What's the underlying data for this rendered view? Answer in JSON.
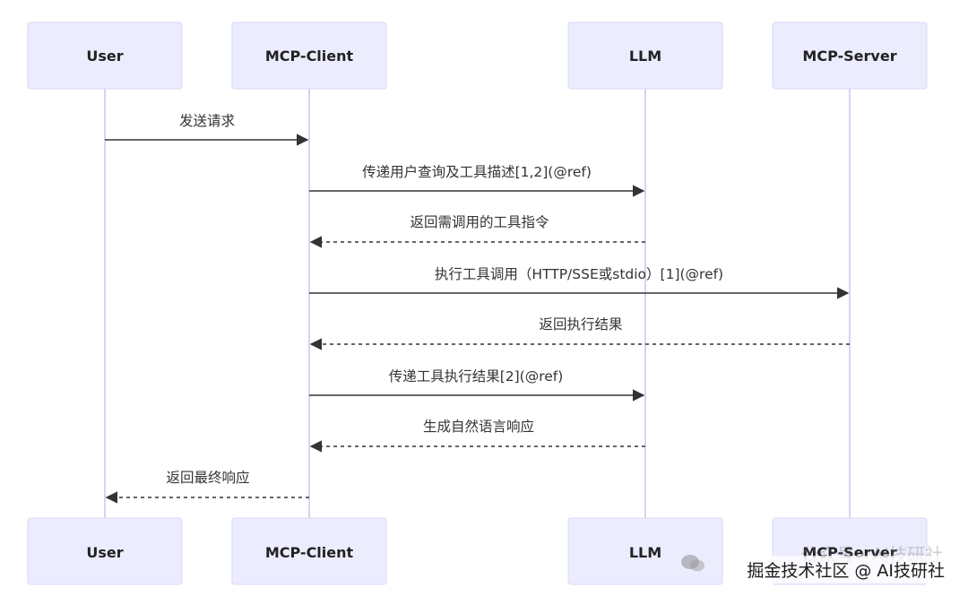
{
  "actors": [
    {
      "id": "user",
      "label": "User"
    },
    {
      "id": "client",
      "label": "MCP-Client"
    },
    {
      "id": "llm",
      "label": "LLM"
    },
    {
      "id": "server",
      "label": "MCP-Server"
    }
  ],
  "messages": [
    {
      "from": "user",
      "to": "client",
      "label": "发送请求",
      "style": "solid"
    },
    {
      "from": "client",
      "to": "llm",
      "label": "传递用户查询及工具描述[1,2](@ref)",
      "style": "solid"
    },
    {
      "from": "llm",
      "to": "client",
      "label": "返回需调用的工具指令",
      "style": "dashed"
    },
    {
      "from": "client",
      "to": "server",
      "label": "执行工具调用（HTTP/SSE或stdio）[1](@ref)",
      "style": "solid"
    },
    {
      "from": "server",
      "to": "client",
      "label": "返回执行结果",
      "style": "dashed"
    },
    {
      "from": "client",
      "to": "llm",
      "label": "传递工具执行结果[2](@ref)",
      "style": "solid"
    },
    {
      "from": "llm",
      "to": "client",
      "label": "生成自然语言响应",
      "style": "dashed"
    },
    {
      "from": "client",
      "to": "user",
      "label": "返回最终响应",
      "style": "dashed"
    }
  ],
  "watermark": {
    "text": "掘金技术社区 @ AI技研社",
    "faded_text": "公众号 · AI技研社"
  },
  "colors": {
    "actor_fill": "#ececff",
    "actor_border": "#d8d8f5",
    "lifeline": "#c6c6ee",
    "arrow": "#333333"
  }
}
